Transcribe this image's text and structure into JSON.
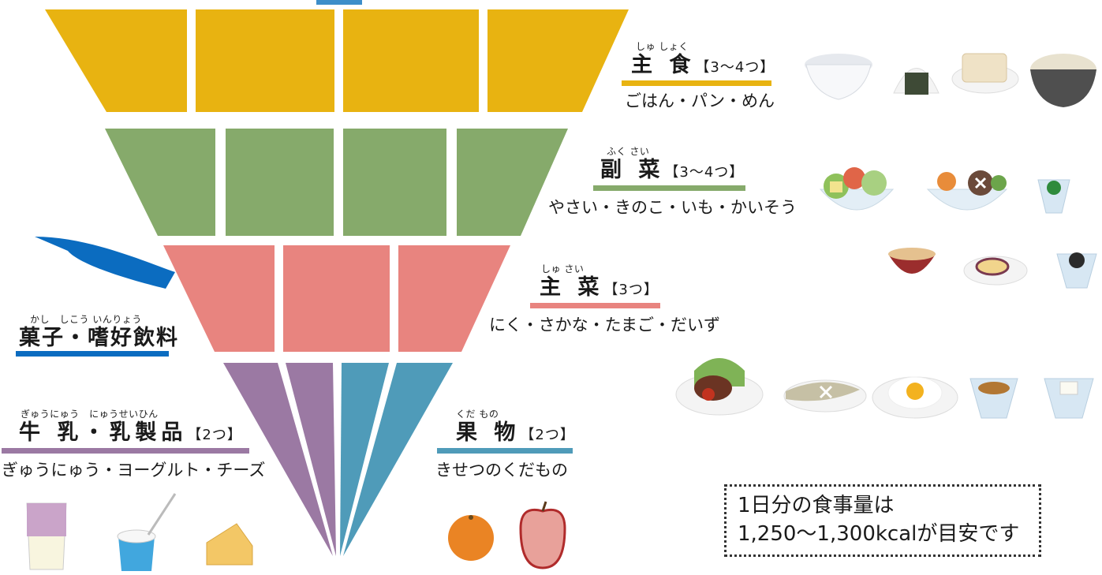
{
  "colors": {
    "staple": "#e8b311",
    "side": "#86aa6b",
    "main": "#e8847f",
    "milk": "#9b79a3",
    "fruit": "#4f9bb9",
    "snack": "#0b6cc0",
    "spindle_top": "#3d8ec9"
  },
  "groups": {
    "staple": {
      "ruby": "しゅ しょく",
      "name": "主 食",
      "portion": "【3〜4つ】",
      "desc": "ごはん・パン・めん"
    },
    "side": {
      "ruby": "ふく さい",
      "name": "副 菜",
      "portion": "【3〜4つ】",
      "desc": "やさい・きのこ・いも・かいそう"
    },
    "main": {
      "ruby": "しゅ さい",
      "name": "主 菜",
      "portion": "【3つ】",
      "desc": "にく・さかな・たまご・だいず"
    },
    "snack": {
      "ruby": "かし　しこう いんりょう",
      "name": "菓子・嗜好飲料",
      "portion": "",
      "desc": ""
    },
    "milk": {
      "ruby": "ぎゅうにゅう　にゅうせいひん",
      "name": "牛 乳・乳製品",
      "portion": "【2つ】",
      "desc": "ぎゅうにゅう・ヨーグルト・チーズ"
    },
    "fruit": {
      "ruby": "くだ もの",
      "name": "果 物",
      "portion": "【2つ】",
      "desc": "きせつのくだもの"
    }
  },
  "note": {
    "line1": "1日分の食事量は",
    "line2": "1,250〜1,300kcalが目安です"
  },
  "illustrations": {
    "staple": [
      "rice-bowl-icon",
      "rice-ball-icon",
      "bread-icon",
      "noodle-bowl-icon"
    ],
    "side": [
      "salad-bowl-icon",
      "simmered-vegetables-icon",
      "small-bowl-spinach-icon",
      "miso-soup-icon",
      "sweet-potato-icon",
      "small-bowl-seaweed-icon"
    ],
    "main": [
      "hamburger-steak-icon",
      "grilled-fish-icon",
      "fried-egg-icon",
      "natto-icon",
      "tofu-icon"
    ],
    "milk": [
      "milk-glass-icon",
      "yogurt-cup-icon",
      "cheese-icon"
    ],
    "fruit": [
      "orange-icon",
      "apple-icon"
    ]
  }
}
